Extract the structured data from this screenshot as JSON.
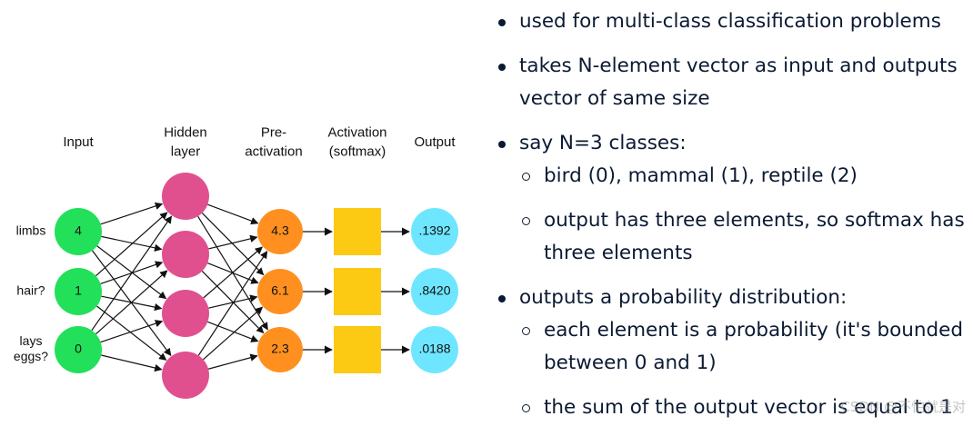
{
  "diagram": {
    "headers": {
      "input": [
        "Input"
      ],
      "hidden": [
        "Hidden",
        "layer"
      ],
      "pre": [
        "Pre-",
        "activation"
      ],
      "activation": [
        "Activation",
        "(softmax)"
      ],
      "output": [
        "Output"
      ]
    },
    "inputs": [
      {
        "label": [
          "limbs"
        ],
        "value": "4"
      },
      {
        "label": [
          "hair?"
        ],
        "value": "1"
      },
      {
        "label": [
          "lays",
          "eggs?"
        ],
        "value": "0"
      }
    ],
    "hidden_count": 4,
    "preactivations": [
      "4.3",
      "6.1",
      "2.3"
    ],
    "outputs": [
      ".1392",
      ".8420",
      ".0188"
    ],
    "colors": {
      "input": "#22e05a",
      "hidden": "#e0508e",
      "pre": "#ff9020",
      "activation": "#fcc913",
      "output": "#6ee6ff"
    }
  },
  "bullets": [
    {
      "text": "used for multi-class classification problems",
      "sub": []
    },
    {
      "text": "takes N-element vector as input and outputs vector of same size",
      "sub": []
    },
    {
      "text": "say N=3 classes:",
      "sub": [
        "bird (0), mammal (1), reptile (2)",
        "output has three elements, so softmax has three elements"
      ]
    },
    {
      "text": "outputs a probability distribution:",
      "sub": [
        "each element is a probability (it's bounded between 0 and 1)",
        "the sum of the output vector is equal to 1"
      ]
    }
  ],
  "watermark": "CSDN @不怕就是对"
}
